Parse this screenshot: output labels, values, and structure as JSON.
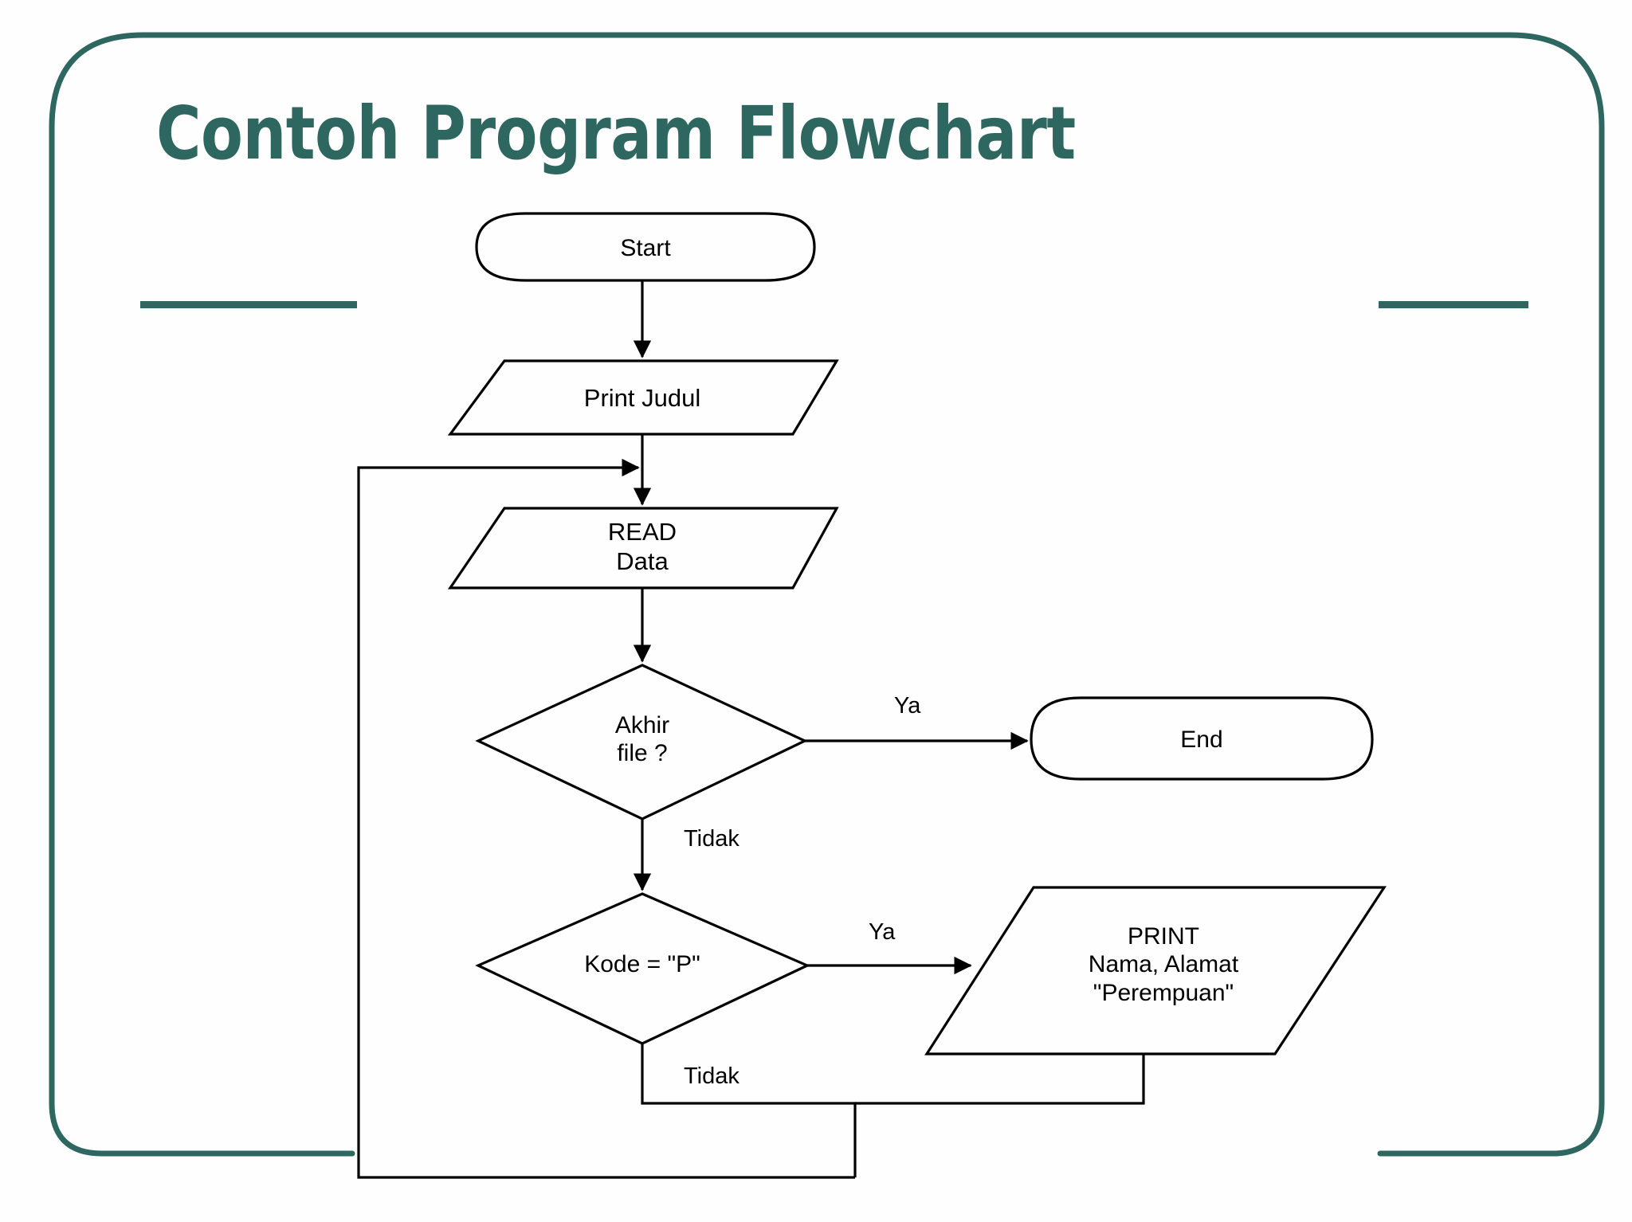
{
  "slide": {
    "title": "Contoh Program Flowchart",
    "accent_color": "#2e6660",
    "frame_color": "#2e6660",
    "background_color": "#fdfefd",
    "line_color": "#000000"
  },
  "chart_data": {
    "type": "diagram",
    "title": "Contoh Program Flowchart",
    "nodes": [
      {
        "id": "start",
        "shape": "terminator",
        "label": "Start"
      },
      {
        "id": "judul",
        "shape": "parallelogram",
        "label": "Print Judul"
      },
      {
        "id": "read",
        "shape": "parallelogram",
        "label": "READ\nData"
      },
      {
        "id": "akhir",
        "shape": "diamond",
        "label": "Akhir\nfile ?"
      },
      {
        "id": "end",
        "shape": "terminator",
        "label": "End"
      },
      {
        "id": "kode",
        "shape": "diamond",
        "label": "Kode = \"P\""
      },
      {
        "id": "print",
        "shape": "parallelogram",
        "label": "PRINT\nNama, Alamat\n\"Perempuan\""
      }
    ],
    "edges": [
      {
        "from": "start",
        "to": "judul",
        "label": ""
      },
      {
        "from": "judul",
        "to": "read",
        "label": ""
      },
      {
        "from": "read",
        "to": "akhir",
        "label": ""
      },
      {
        "from": "akhir",
        "to": "end",
        "label": "Ya"
      },
      {
        "from": "akhir",
        "to": "kode",
        "label": "Tidak"
      },
      {
        "from": "kode",
        "to": "print",
        "label": "Ya"
      },
      {
        "from": "kode",
        "to": "read",
        "label": "Tidak"
      },
      {
        "from": "print",
        "to": "read",
        "label": ""
      }
    ]
  },
  "labels": {
    "start": "Start",
    "print_judul": "Print Judul",
    "read_data": "READ\nData",
    "akhir_file": "Akhir\nfile ?",
    "end": "End",
    "kode_p": "Kode = \"P\"",
    "print_block": "PRINT\nNama, Alamat\n\"Perempuan\"",
    "ya_akhir": "Ya",
    "tidak_akhir": "Tidak",
    "ya_kode": "Ya",
    "tidak_kode": "Tidak"
  }
}
